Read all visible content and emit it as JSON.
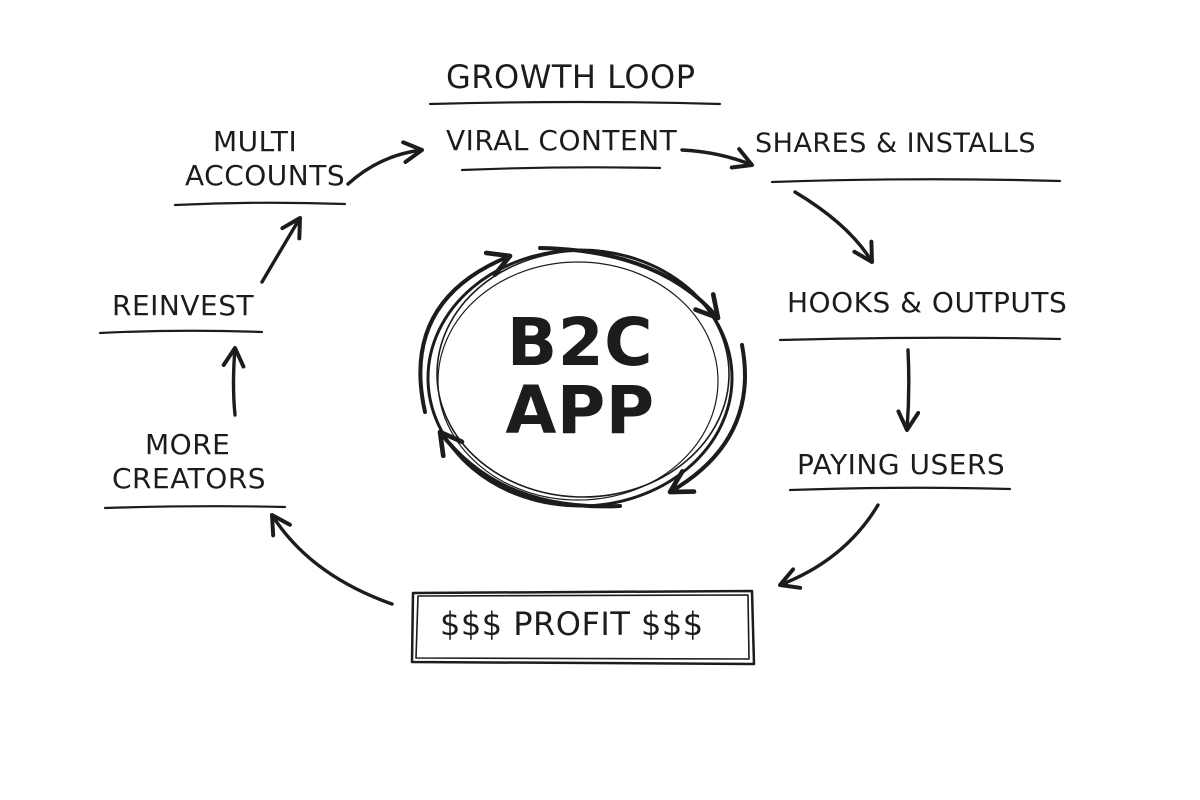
{
  "title": "GROWTH LOOP",
  "center": {
    "line1": "B2C",
    "line2": "APP"
  },
  "nodes": {
    "viral_content": "VIRAL CONTENT",
    "shares_installs": "SHARES & INSTALLS",
    "hooks_outputs": "HOOKS & OUTPUTS",
    "paying_users": "PAYING USERS",
    "profit": "$$$ PROFIT $$$",
    "more_creators_1": "MORE",
    "more_creators_2": "CREATORS",
    "reinvest": "REINVEST",
    "multi_accounts_1": "MULTI",
    "multi_accounts_2": "ACCOUNTS"
  },
  "colors": {
    "ink": "#1c1c1c",
    "background": "#ffffff"
  },
  "edges": [
    [
      "multi_accounts",
      "viral_content"
    ],
    [
      "viral_content",
      "shares_installs"
    ],
    [
      "shares_installs",
      "hooks_outputs"
    ],
    [
      "hooks_outputs",
      "paying_users"
    ],
    [
      "paying_users",
      "profit"
    ],
    [
      "profit",
      "more_creators"
    ],
    [
      "more_creators",
      "reinvest"
    ],
    [
      "reinvest",
      "multi_accounts"
    ]
  ]
}
